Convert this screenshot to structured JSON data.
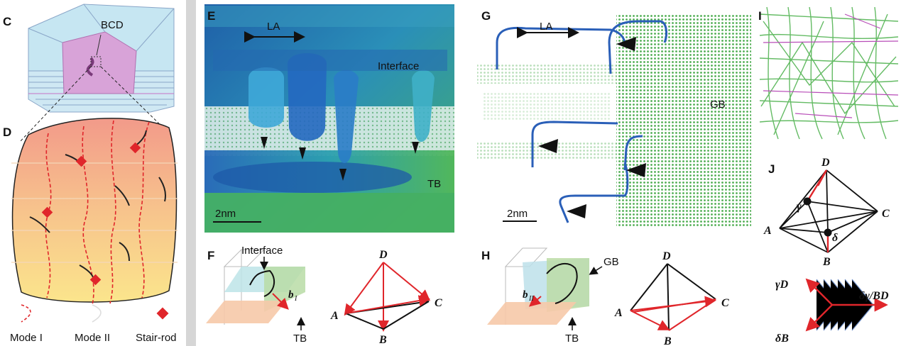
{
  "panels": {
    "C": {
      "label": "C",
      "bcd": "BCD"
    },
    "D": {
      "label": "D"
    },
    "E": {
      "label": "E",
      "la": "LA",
      "interface": "Interface",
      "tb": "TB",
      "scale": "2nm"
    },
    "F": {
      "label": "F",
      "interface": "Interface",
      "b": "b",
      "b_sub": "I",
      "tb": "TB",
      "vertices": {
        "d": "D",
        "a": "A",
        "b": "B",
        "c": "C"
      }
    },
    "G": {
      "label": "G",
      "la": "LA",
      "gb": "GB",
      "scale": "2nm"
    },
    "H": {
      "label": "H",
      "gb": "GB",
      "b": "b",
      "b_sub": "II",
      "tb": "TB",
      "vertices": {
        "d": "D",
        "a": "A",
        "b": "B",
        "c": "C"
      }
    },
    "I": {
      "label": "I"
    },
    "J": {
      "label": "J",
      "vertices": {
        "d": "D",
        "a": "A",
        "b": "B",
        "c": "C"
      },
      "gamma": "γ",
      "delta": "δ",
      "gammaD": "γD",
      "deltaB": "δB",
      "dgbd": "δγ/BD"
    }
  },
  "legend": {
    "mode1": "Mode I",
    "mode2": "Mode II",
    "stair": "Stair-rod"
  },
  "colors": {
    "red": "#e0262b",
    "pink": "#d8a3d8",
    "ice": "#c6e6f2",
    "navy": "#1a3f8a",
    "green": "#5cb85c",
    "sep": "#d6d6d6"
  }
}
